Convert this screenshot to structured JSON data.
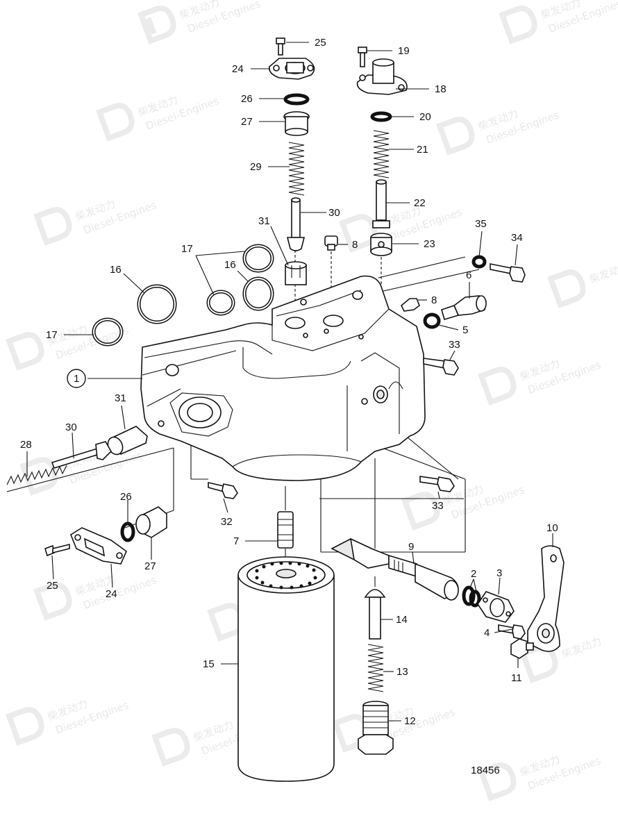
{
  "drawing_number": "18456",
  "watermark": {
    "brand_cn": "柴发动力",
    "brand_en": "Diesel-Engines"
  },
  "callouts": [
    {
      "id": "c25a",
      "label": "25"
    },
    {
      "id": "c24a",
      "label": "24"
    },
    {
      "id": "c26a",
      "label": "26"
    },
    {
      "id": "c27a",
      "label": "27"
    },
    {
      "id": "c29",
      "label": "29"
    },
    {
      "id": "c30a",
      "label": "30"
    },
    {
      "id": "c31a",
      "label": "31"
    },
    {
      "id": "c8a",
      "label": "8"
    },
    {
      "id": "c19",
      "label": "19"
    },
    {
      "id": "c18",
      "label": "18"
    },
    {
      "id": "c20",
      "label": "20"
    },
    {
      "id": "c21",
      "label": "21"
    },
    {
      "id": "c22",
      "label": "22"
    },
    {
      "id": "c23",
      "label": "23"
    },
    {
      "id": "c35",
      "label": "35"
    },
    {
      "id": "c34",
      "label": "34"
    },
    {
      "id": "c17a",
      "label": "17"
    },
    {
      "id": "c16a",
      "label": "16"
    },
    {
      "id": "c16b",
      "label": "16"
    },
    {
      "id": "c6",
      "label": "6"
    },
    {
      "id": "c8b",
      "label": "8"
    },
    {
      "id": "c5",
      "label": "5"
    },
    {
      "id": "c17b",
      "label": "17"
    },
    {
      "id": "c33a",
      "label": "33"
    },
    {
      "id": "c1",
      "label": "1"
    },
    {
      "id": "c31b",
      "label": "31"
    },
    {
      "id": "c30b",
      "label": "30"
    },
    {
      "id": "c28",
      "label": "28"
    },
    {
      "id": "c26b",
      "label": "26"
    },
    {
      "id": "c32",
      "label": "32"
    },
    {
      "id": "c33b",
      "label": "33"
    },
    {
      "id": "c27b",
      "label": "27"
    },
    {
      "id": "c25b",
      "label": "25"
    },
    {
      "id": "c24b",
      "label": "24"
    },
    {
      "id": "c7",
      "label": "7"
    },
    {
      "id": "c10",
      "label": "10"
    },
    {
      "id": "c9",
      "label": "9"
    },
    {
      "id": "c2",
      "label": "2"
    },
    {
      "id": "c3",
      "label": "3"
    },
    {
      "id": "c14",
      "label": "14"
    },
    {
      "id": "c4",
      "label": "4"
    },
    {
      "id": "c15",
      "label": "15"
    },
    {
      "id": "c13",
      "label": "13"
    },
    {
      "id": "c11",
      "label": "11"
    },
    {
      "id": "c12",
      "label": "12"
    }
  ]
}
